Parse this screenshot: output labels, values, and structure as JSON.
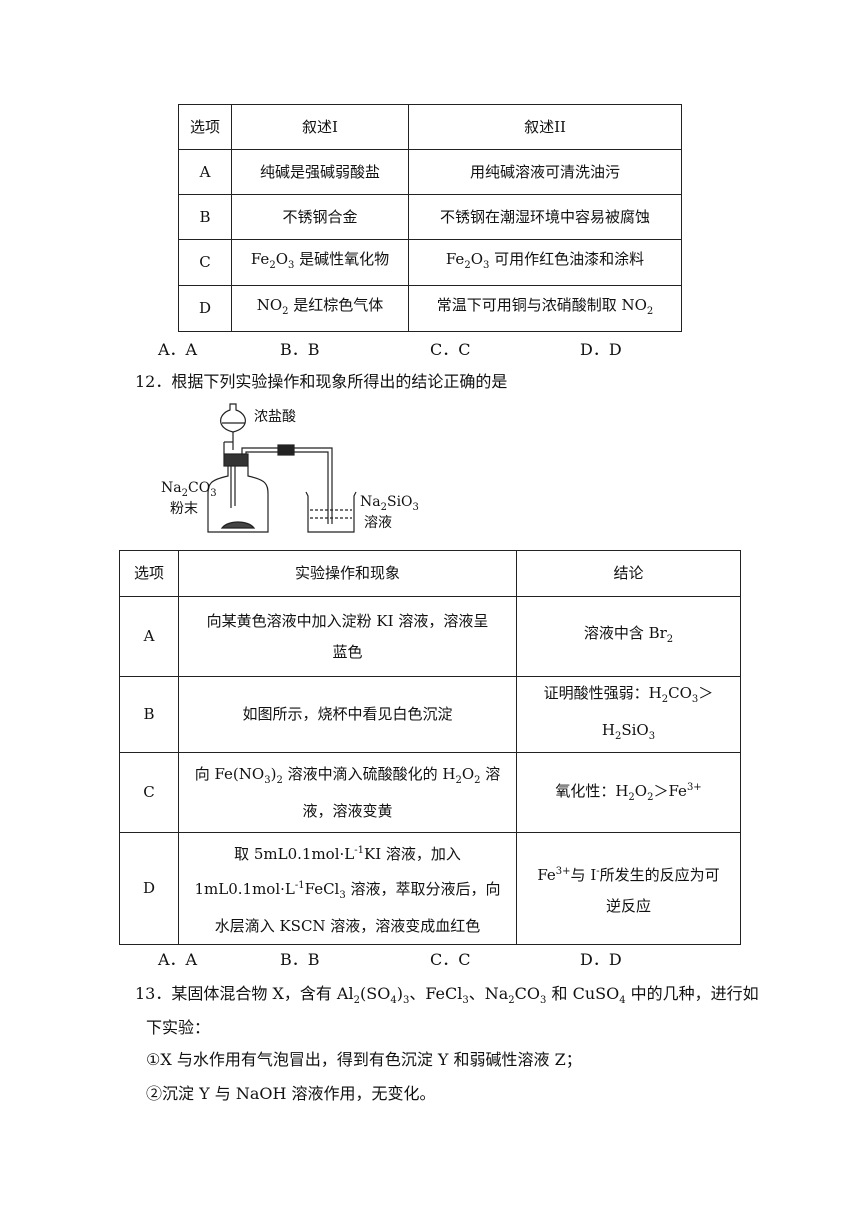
{
  "q11": {
    "headers": [
      "选项",
      "叙述I",
      "叙述II"
    ],
    "rows": [
      {
        "opt": "A",
        "s1": "纯碱是强碱弱酸盐",
        "s2": "用纯碱溶液可清洗油污"
      },
      {
        "opt": "B",
        "s1": "不锈钢合金",
        "s2": "不锈钢在潮湿环境中容易被腐蚀"
      },
      {
        "opt": "C",
        "s1_pre": "Fe",
        "s1_sub1": "2",
        "s1_mid": "O",
        "s1_sub2": "3",
        "s1_post": " 是碱性氧化物",
        "s2_pre": "Fe",
        "s2_sub1": "2",
        "s2_mid": "O",
        "s2_sub2": "3",
        "s2_post": " 可用作红色油漆和涂料"
      },
      {
        "opt": "D",
        "s1_pre": "NO",
        "s1_sub": "2",
        "s1_post": " 是红棕色气体",
        "s2_pre": "常温下可用铜与浓硝酸制取 NO",
        "s2_sub": "2"
      }
    ],
    "options": [
      "A．A",
      "B．B",
      "C．C",
      "D．D"
    ]
  },
  "q12": {
    "stem": "12．根据下列实验操作和现象所得出的结论正确的是",
    "figure": {
      "acid_label": "浓盐酸",
      "carbonate_pre": "Na",
      "carbonate_sub1": "2",
      "carbonate_mid": "CO",
      "carbonate_sub2": "3",
      "powder_label": "粉末",
      "silicate_pre": "Na",
      "silicate_sub1": "2",
      "silicate_mid": "SiO",
      "silicate_sub2": "3",
      "solution_label": "溶液"
    },
    "headers": [
      "选项",
      "实验操作和现象",
      "结论"
    ],
    "rowA": {
      "opt": "A",
      "op_l1": "向某黄色溶液中加入淀粉 KI 溶液，溶液呈",
      "op_l2": "蓝色",
      "con_pre": "溶液中含 Br",
      "con_sub": "2"
    },
    "rowB": {
      "opt": "B",
      "op": "如图所示，烧杯中看见白色沉淀",
      "con_pre": "证明酸性强弱：H",
      "con_sub1": "2",
      "con_mid": "CO",
      "con_sub2": "3",
      "con_gt": "＞",
      "con2_pre": "H",
      "con2_sub1": "2",
      "con2_mid": "SiO",
      "con2_sub2": "3"
    },
    "rowC": {
      "opt": "C",
      "op_pre": "向 Fe(NO",
      "op_sub1": "3",
      "op_mid": ")",
      "op_sub2": "2",
      "op_post": " 溶液中滴入硫酸酸化的 H",
      "op_sub3": "2",
      "op_o": "O",
      "op_sub4": "2",
      "op_end": " 溶",
      "op_l2": "液，溶液变黄",
      "con_pre": "氧化性：H",
      "con_sub1": "2",
      "con_o": "O",
      "con_sub2": "2",
      "con_gt": "＞Fe",
      "con_sup": "3+"
    },
    "rowD": {
      "opt": "D",
      "op_l1": "取 5mL0.1mol·L",
      "op_sup1": "-1",
      "op_l1b": "KI 溶液，加入",
      "op_l2": "1mL0.1mol·L",
      "op_sup2": "-1",
      "op_l2b": "FeCl",
      "op_sub": "3",
      "op_l2c": " 溶液，萃取分液后，向",
      "op_l3": "水层滴入 KSCN 溶液，溶液变成血红色",
      "con_pre": "Fe",
      "con_sup1": "3+",
      "con_mid": "与 I",
      "con_sup2": "-",
      "con_post": "所发生的反应为可",
      "con_l2": "逆反应"
    },
    "options": [
      "A．A",
      "B．B",
      "C．C",
      "D．D"
    ]
  },
  "q13": {
    "l1_a": "13．某固体混合物 X，含有 Al",
    "l1_s1": "2",
    "l1_b": "(SO",
    "l1_s2": "4",
    "l1_c": ")",
    "l1_s3": "3",
    "l1_d": "、FeCl",
    "l1_s4": "3",
    "l1_e": "、Na",
    "l1_s5": "2",
    "l1_f": "CO",
    "l1_s6": "3",
    "l1_g": " 和 CuSO",
    "l1_s7": "4",
    "l1_h": " 中的几种，进行如",
    "l2": "下实验：",
    "l3": "①X 与水作用有气泡冒出，得到有色沉淀 Y 和弱碱性溶液 Z；",
    "l4": "②沉淀 Y 与 NaOH 溶液作用，无变化。"
  }
}
